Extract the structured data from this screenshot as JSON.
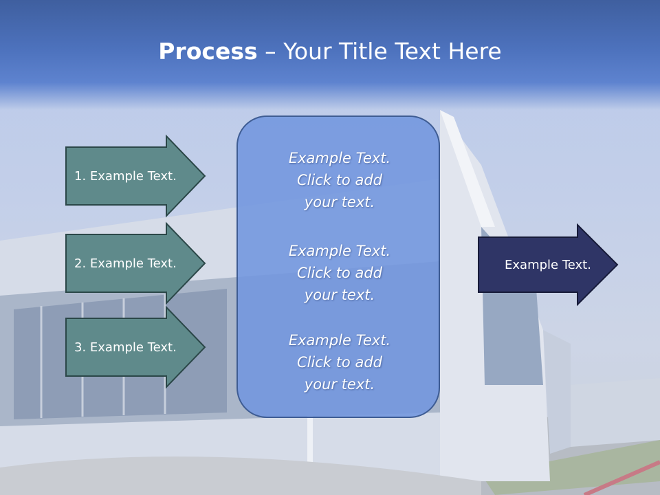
{
  "title": {
    "bold": "Process",
    "rest": " – Your Title Text Here"
  },
  "left_arrows": [
    {
      "label": "1. Example Text."
    },
    {
      "label": "2. Example Text."
    },
    {
      "label": "3. Example Text."
    }
  ],
  "center_panel": {
    "blocks": [
      {
        "lines": [
          "Example Text.",
          "Click  to add",
          "your text."
        ]
      },
      {
        "lines": [
          "Example Text.",
          "Click  to add",
          "your text."
        ]
      },
      {
        "lines": [
          "Example Text.",
          "Click  to add",
          "your text."
        ]
      }
    ]
  },
  "right_arrow": {
    "label": "Example Text."
  },
  "colors": {
    "title_bar": "#4d72bd",
    "left_arrow_fill": "#5f8a8b",
    "right_arrow_fill": "#2f3566",
    "panel_fill": "#7296de"
  }
}
